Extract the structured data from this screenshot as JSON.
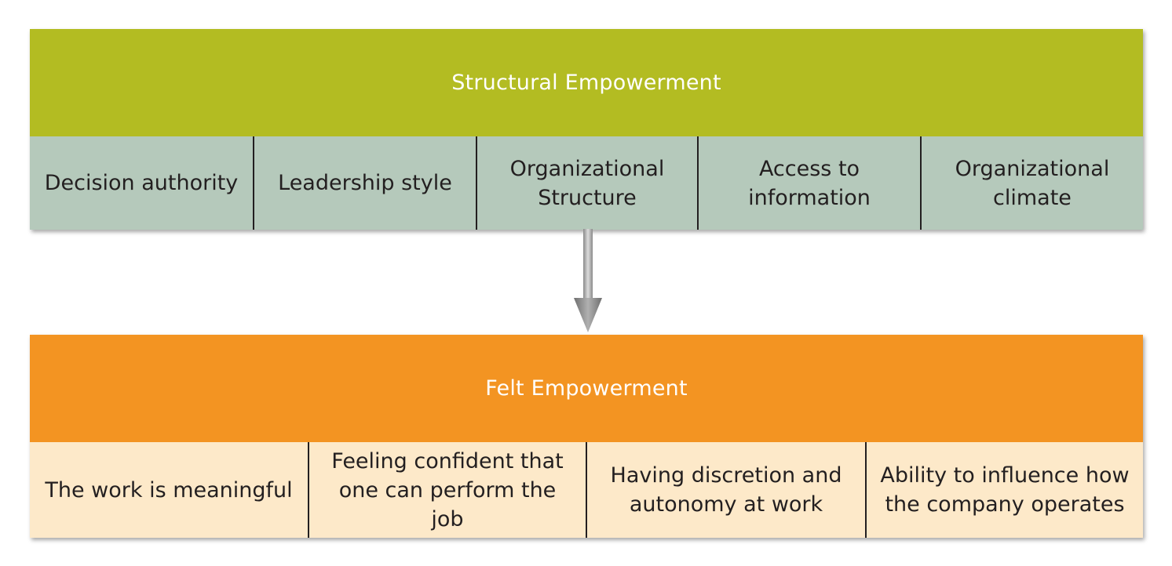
{
  "structural": {
    "title": "Structural Empowerment",
    "header_color": "#b3bc22",
    "cell_color": "#b5c9bb",
    "items": [
      {
        "label": "Decision authority"
      },
      {
        "label": "Leadership style"
      },
      {
        "label": "Organizational\nStructure"
      },
      {
        "label": "Access to\ninformation"
      },
      {
        "label": "Organizational\nclimate"
      }
    ]
  },
  "felt": {
    "title": "Felt Empowerment",
    "header_color": "#f39422",
    "cell_color": "#fde9c9",
    "items": [
      {
        "label": "The work is meaningful"
      },
      {
        "label": "Feeling confident that\none can perform the\njob"
      },
      {
        "label": "Having discretion and\nautonomy at work"
      },
      {
        "label": "Ability to influence how\nthe company operates"
      }
    ]
  }
}
